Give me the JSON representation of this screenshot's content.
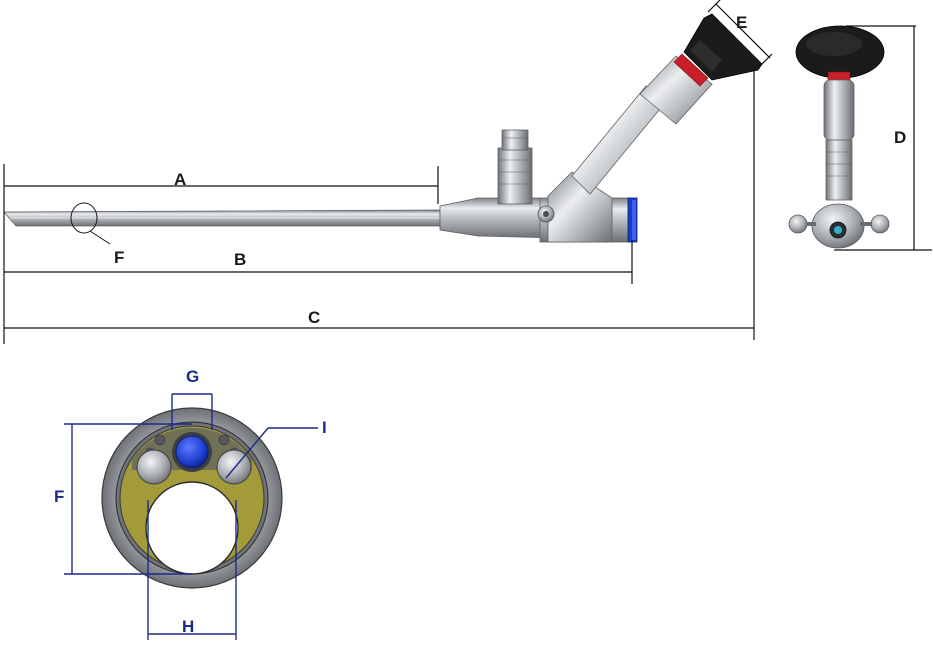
{
  "labels": {
    "A": "A",
    "B": "B",
    "C": "C",
    "D": "D",
    "E": "E",
    "F_side": "F",
    "F_cross": "F",
    "G": "G",
    "H": "H",
    "I": "I"
  },
  "colors": {
    "dimension_line_side": "#111111",
    "dimension_line_cross": "#1c2a8c",
    "steel": "#b8bcc0",
    "eyepiece": "#1b1b1b",
    "ring_red": "#c8202a",
    "lens_blue": "#1c3ccc",
    "channel_olive": "#a39a3a"
  }
}
